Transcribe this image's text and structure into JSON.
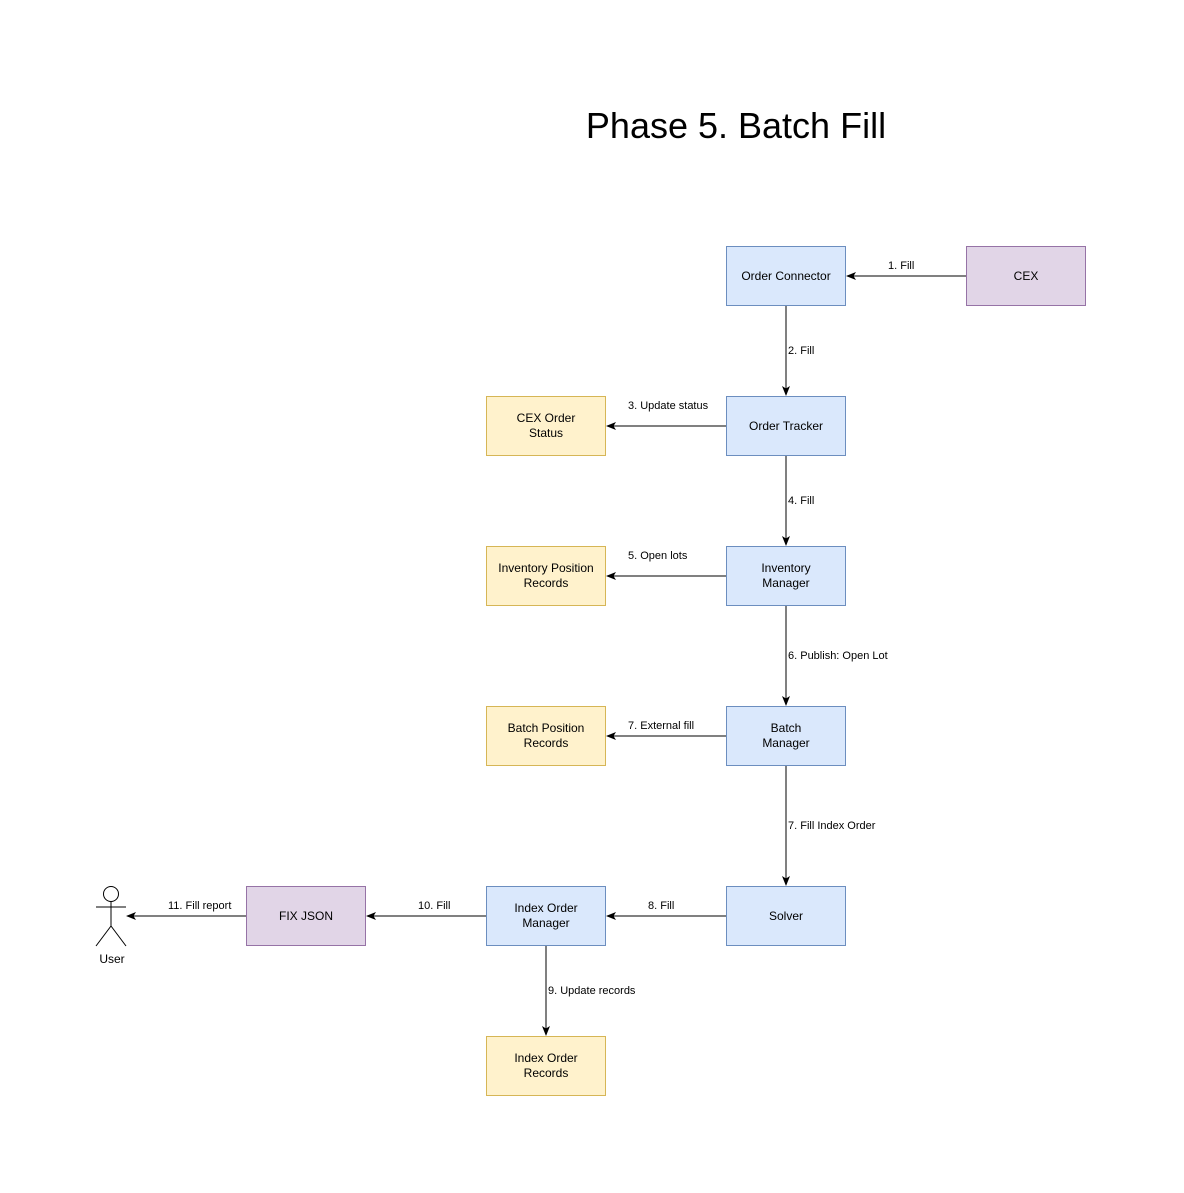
{
  "title": "Phase 5. Batch Fill",
  "nodes": {
    "cex": "CEX",
    "order_connector": "Order Connector",
    "order_tracker": "Order Tracker",
    "cex_order_status": "CEX Order\nStatus",
    "inventory_manager": "Inventory\nManager",
    "inventory_position_records": "Inventory Position\nRecords",
    "batch_manager": "Batch\nManager",
    "batch_position_records": "Batch Position\nRecords",
    "solver": "Solver",
    "index_order_manager": "Index Order\nManager",
    "index_order_records": "Index Order\nRecords",
    "fix_json": "FIX JSON",
    "user": "User"
  },
  "edges": {
    "e1": "1. Fill",
    "e2": "2. Fill",
    "e3": "3. Update status",
    "e4": "4. Fill",
    "e5": "5. Open lots",
    "e6": "6. Publish: Open Lot",
    "e7a": "7. External fill",
    "e7b": "7. Fill Index Order",
    "e8": "8. Fill",
    "e9": "9. Update records",
    "e10": "10. Fill",
    "e11": "11. Fill report"
  },
  "colors": {
    "service_fill": "#dae8fc",
    "service_stroke": "#6c8ebf",
    "store_fill": "#fff2cc",
    "store_stroke": "#d6b656",
    "external_fill": "#e1d5e7",
    "external_stroke": "#9673a6"
  }
}
